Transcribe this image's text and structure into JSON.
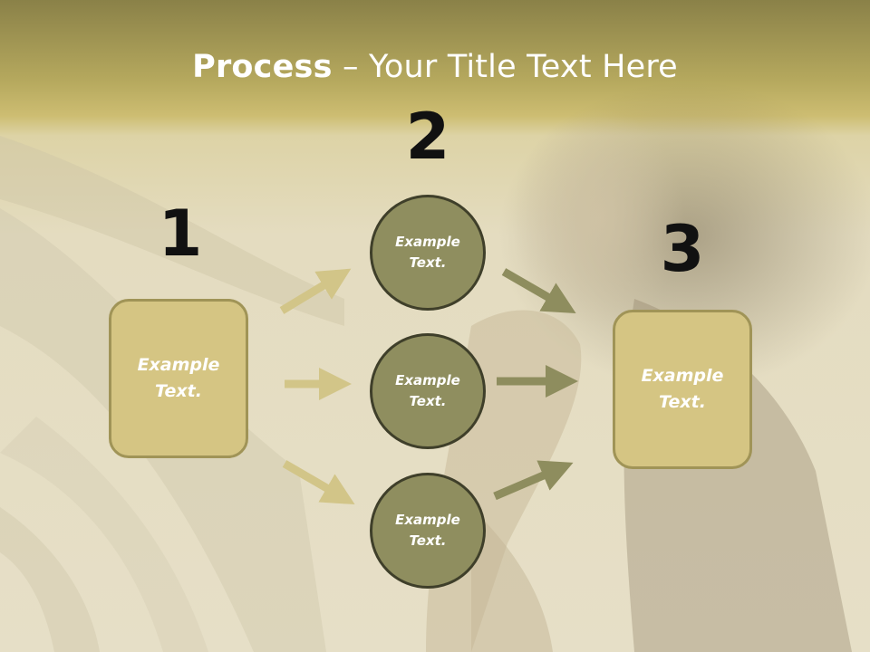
{
  "title": {
    "bold": "Process",
    "rest": " – Your Title Text Here"
  },
  "steps": [
    {
      "number": "1"
    },
    {
      "number": "2"
    },
    {
      "number": "3"
    }
  ],
  "left_box": {
    "line1": "Example",
    "line2": "Text."
  },
  "circles": [
    {
      "line1": "Example",
      "line2": "Text."
    },
    {
      "line1": "Example",
      "line2": "Text."
    },
    {
      "line1": "Example",
      "line2": "Text."
    }
  ],
  "right_box": {
    "line1": "Example",
    "line2": "Text."
  },
  "colors": {
    "header": "#b6a95e",
    "box_fill": "#d5c583",
    "circle_fill": "#8f8e5f",
    "arrow_light": "#d2c588",
    "arrow_dark": "#8e8d5e"
  }
}
